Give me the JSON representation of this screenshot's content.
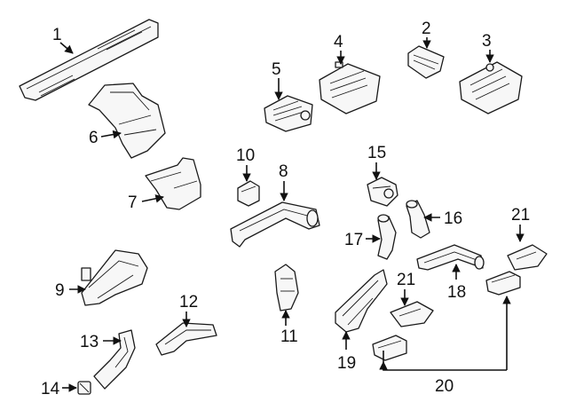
{
  "callouts": {
    "c1": "1",
    "c2": "2",
    "c3": "3",
    "c4": "4",
    "c5": "5",
    "c6": "6",
    "c7": "7",
    "c8": "8",
    "c9": "9",
    "c10": "10",
    "c11": "11",
    "c12": "12",
    "c13": "13",
    "c14": "14",
    "c15": "15",
    "c16": "16",
    "c17": "17",
    "c18": "18",
    "c19": "19",
    "c20": "20",
    "c21a": "21",
    "c21b": "21"
  },
  "colors": {
    "line": "#1a1a1a",
    "fill": "#f7f7f7",
    "background": "#ffffff"
  }
}
